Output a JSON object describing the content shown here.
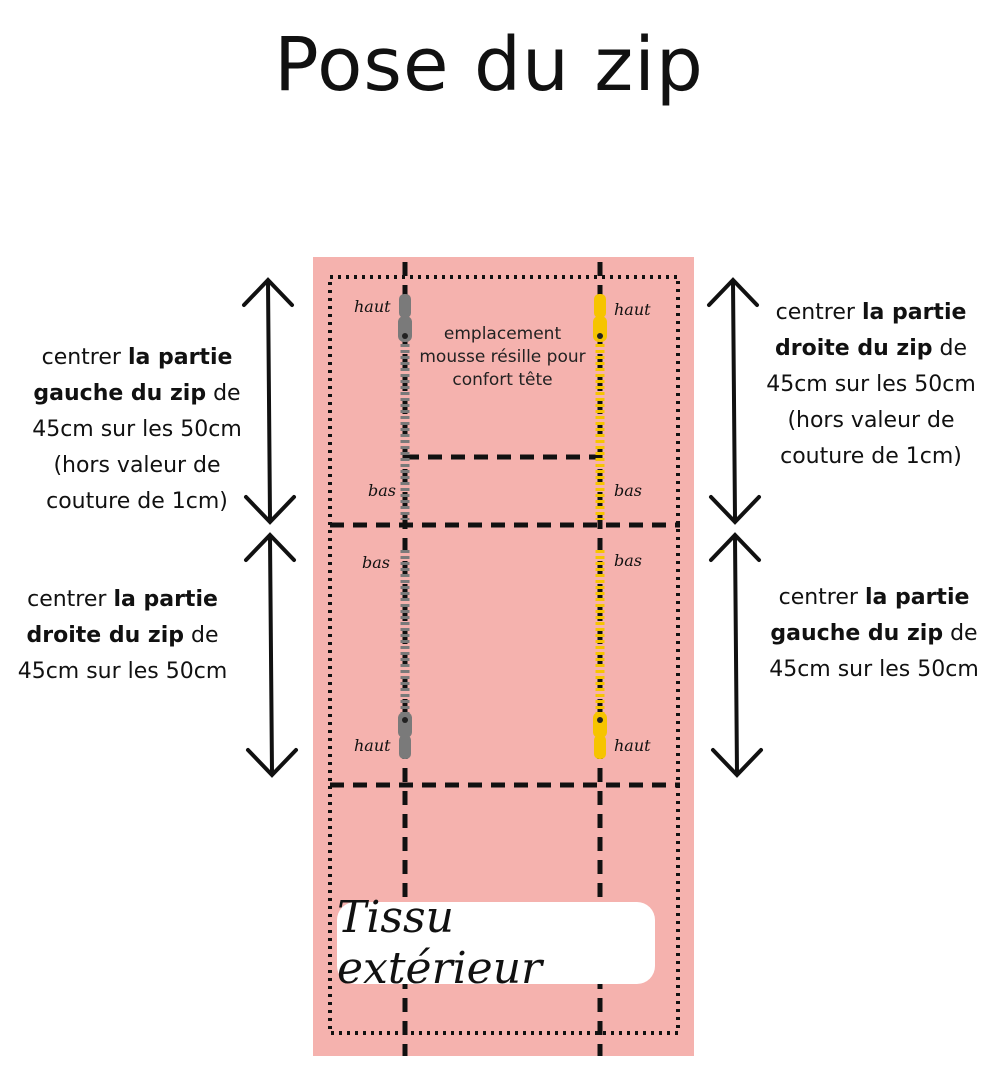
{
  "title": "Pose du zip",
  "labels": {
    "left_top": {
      "pre": "centrer ",
      "bold": "la partie gauche du zip",
      "post": " de 45cm sur les 50cm (hors valeur de couture de 1cm)"
    },
    "left_bottom": {
      "pre": "centrer ",
      "bold": "la partie droite du zip",
      "post": " de 45cm sur les 50cm"
    },
    "right_top": {
      "pre": "centrer ",
      "bold": "la partie droite du zip",
      "post": " de 45cm sur les 50cm (hors valeur de couture de 1cm)"
    },
    "right_bottom": {
      "pre": "centrer ",
      "bold": "la partie gauche du zip",
      "post": " de 45cm sur les 50cm"
    }
  },
  "note": "emplacement mousse résille pour confort tête",
  "tags": {
    "haut": "haut",
    "bas": "bas"
  },
  "fabric_label": "Tissu extérieur",
  "colors": {
    "fabric": "#f5b2ae",
    "zip_grey": "#7a7a7a",
    "zip_yellow": "#f6c400",
    "line": "#111111"
  }
}
